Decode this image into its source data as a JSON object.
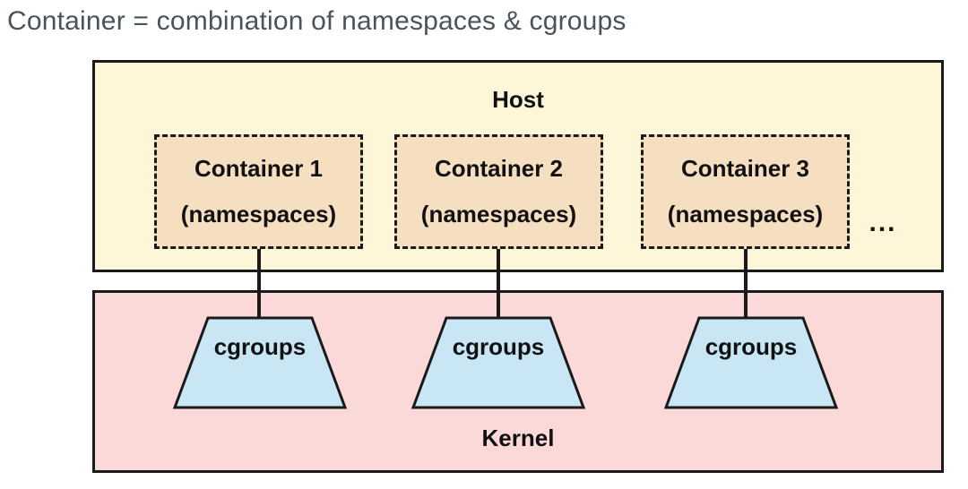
{
  "title": "Container = combination of namespaces & cgroups",
  "host": {
    "label": "Host",
    "containers": [
      {
        "name": "Container 1",
        "sub": "(namespaces)"
      },
      {
        "name": "Container 2",
        "sub": "(namespaces)"
      },
      {
        "name": "Container 3",
        "sub": "(namespaces)"
      }
    ],
    "ellipsis": "..."
  },
  "kernel": {
    "label": "Kernel",
    "cgroups": [
      "cgroups",
      "cgroups",
      "cgroups"
    ]
  },
  "colors": {
    "title_text": "#47545c",
    "host_bg": "#fdf6d9",
    "container_bg": "#f6dfc1",
    "kernel_bg": "#fbd9d9",
    "cgroup_bg": "#c9e6f4",
    "border": "#1a1a1a"
  }
}
